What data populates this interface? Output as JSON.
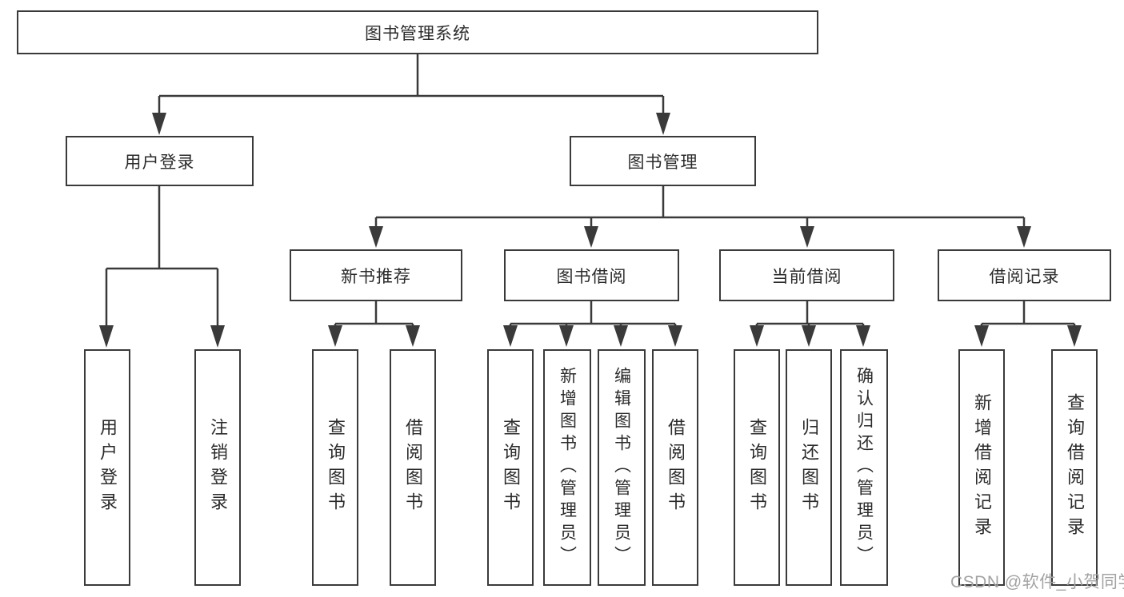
{
  "tree": {
    "root": {
      "label": "图书管理系统"
    },
    "branches": [
      {
        "label": "用户登录",
        "children": [
          {
            "label": "用户登录"
          },
          {
            "label": "注销登录"
          }
        ]
      },
      {
        "label": "图书管理",
        "sections": [
          {
            "label": "新书推荐",
            "children": [
              {
                "label": "查询图书"
              },
              {
                "label": "借阅图书"
              }
            ]
          },
          {
            "label": "图书借阅",
            "children": [
              {
                "label": "查询图书"
              },
              {
                "label": "新增图书（管理员）"
              },
              {
                "label": "编辑图书（管理员）"
              },
              {
                "label": "借阅图书"
              }
            ]
          },
          {
            "label": "当前借阅",
            "children": [
              {
                "label": "查询图书"
              },
              {
                "label": "归还图书"
              },
              {
                "label": "确认归还（管理员）"
              }
            ]
          },
          {
            "label": "借阅记录",
            "children": [
              {
                "label": "新增借阅记录"
              },
              {
                "label": "查询借阅记录"
              }
            ]
          }
        ]
      }
    ]
  },
  "watermark": "CSDN @软件_小贺同学",
  "colors": {
    "line": "#3a3a3a",
    "text": "#2b2b2b",
    "watermark": "#a3a3a3",
    "background": "#ffffff"
  }
}
